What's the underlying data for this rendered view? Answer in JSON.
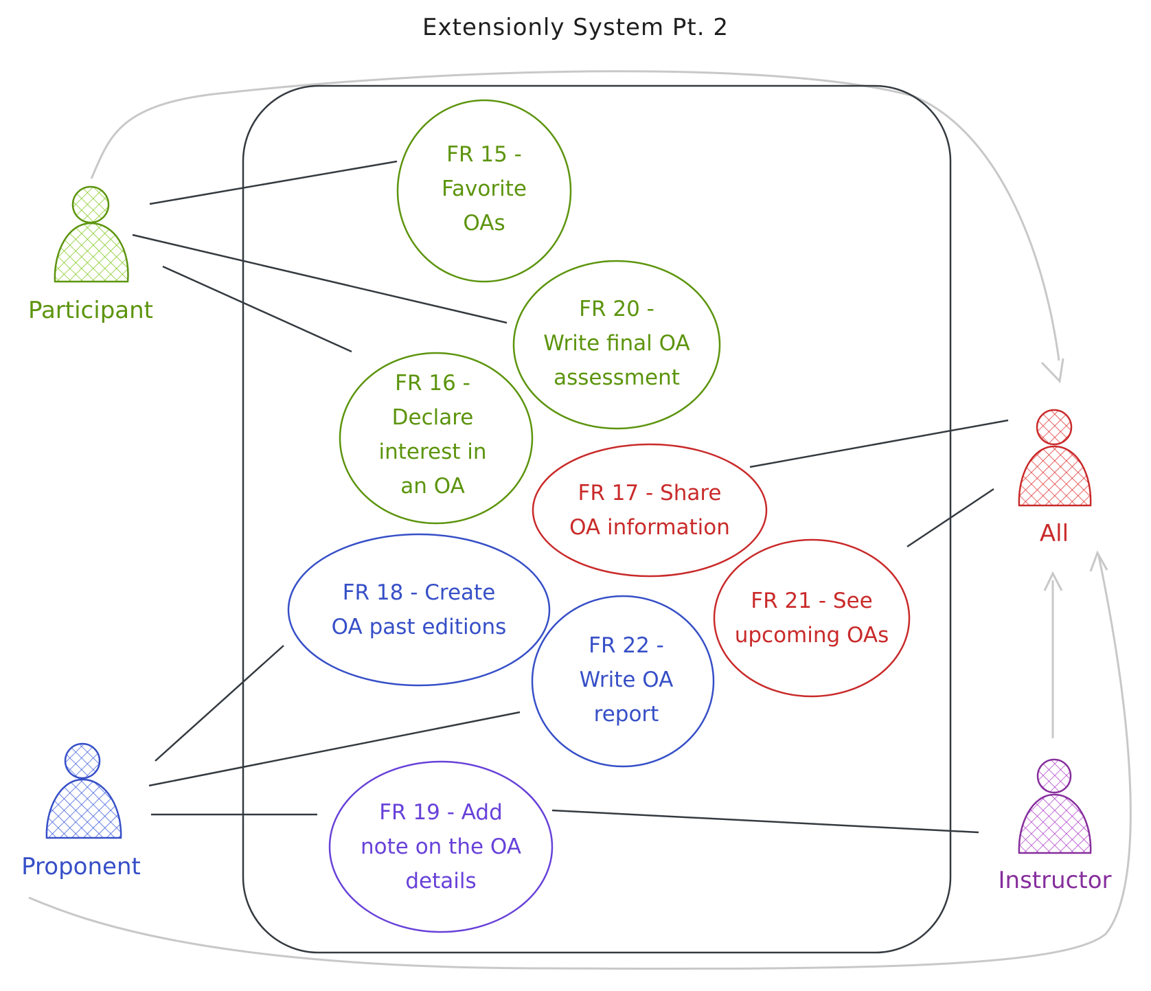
{
  "title": "Extensionly System Pt. 2",
  "colors": {
    "participant": "#5c940d",
    "all": "#c92a2a",
    "proponent": "#364fc7",
    "instructor": "#862e9c",
    "fr19": "#6741d9",
    "line": "#343a40",
    "generalization": "#bfbfbf"
  },
  "actors": {
    "participant": "Participant",
    "proponent": "Proponent",
    "all": "All",
    "instructor": "Instructor"
  },
  "use_cases": {
    "fr15": [
      "FR 15 -",
      "Favorite",
      "OAs"
    ],
    "fr20": [
      "FR 20 -",
      "Write final OA",
      "assessment"
    ],
    "fr16": [
      "FR 16 -",
      "Declare",
      "interest in",
      "an OA"
    ],
    "fr17": [
      "FR 17 - Share",
      "OA information"
    ],
    "fr18": [
      "FR 18 - Create",
      "OA past editions"
    ],
    "fr21": [
      "FR 21 - See",
      "upcoming OAs"
    ],
    "fr22": [
      "FR 22 -",
      "Write OA",
      "report"
    ],
    "fr19": [
      "FR 19 - Add",
      "note on the OA",
      "details"
    ]
  }
}
